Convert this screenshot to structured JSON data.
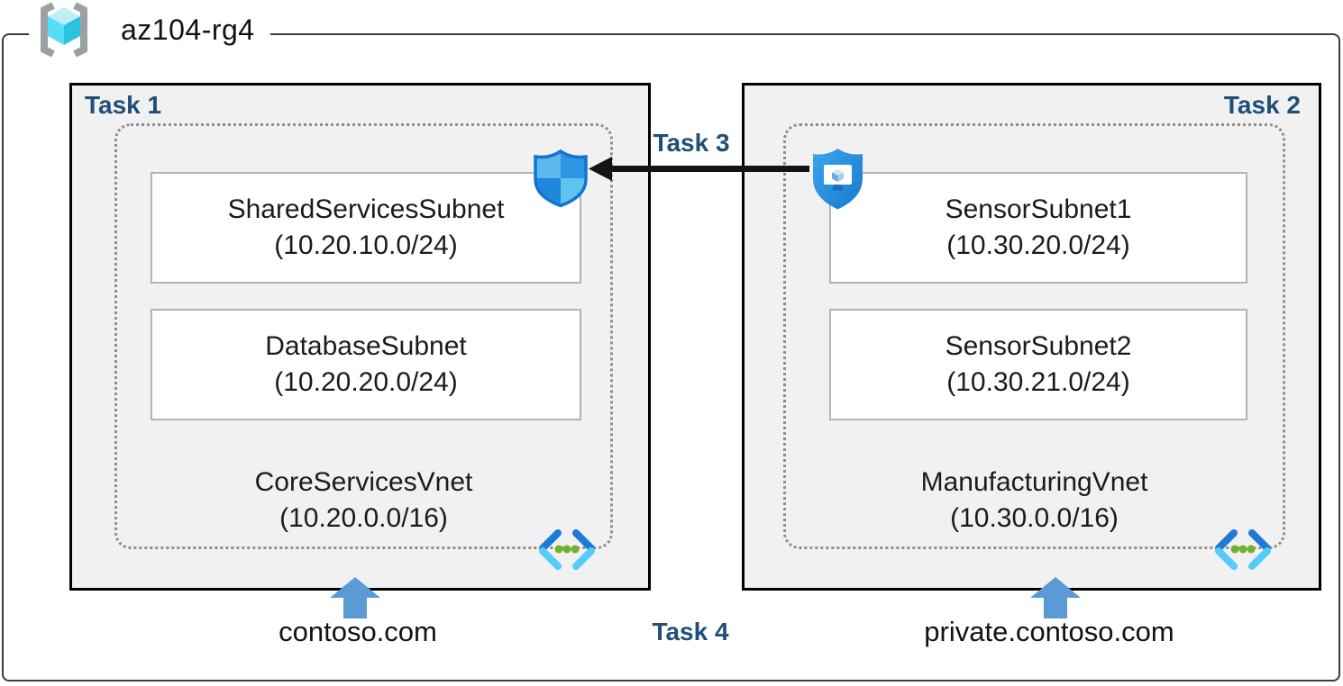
{
  "header": {
    "title": "az104-rg4",
    "icon": "resource-group-icon"
  },
  "annotations": {
    "task3_label": "Task 3",
    "task4_label": "Task 4"
  },
  "peering": {
    "icon_left": "nsg-shield-icon",
    "icon_right": "bastion-shield-icon",
    "arrow_direction": "right-to-left"
  },
  "vnets": [
    {
      "task_label": "Task 1",
      "name": "CoreServicesVnet",
      "cidr": "(10.20.0.0/16)",
      "subnets": [
        {
          "name": "SharedServicesSubnet",
          "cidr": "(10.20.10.0/24)"
        },
        {
          "name": "DatabaseSubnet",
          "cidr": "(10.20.20.0/24)"
        }
      ],
      "dns_label": "contoso.com",
      "corner_icon": "virtual-network-icon",
      "attached_icon": "nsg-shield-icon"
    },
    {
      "task_label": "Task 2",
      "name": "ManufacturingVnet",
      "cidr": "(10.30.0.0/16)",
      "subnets": [
        {
          "name": "SensorSubnet1",
          "cidr": "(10.30.20.0/24)"
        },
        {
          "name": "SensorSubnet2",
          "cidr": "(10.30.21.0/24)"
        }
      ],
      "dns_label": "private.contoso.com",
      "corner_icon": "virtual-network-icon",
      "attached_icon": "bastion-shield-icon"
    }
  ],
  "colors": {
    "task_label": "#1F4E79",
    "box_fill": "#F1F1F2",
    "box_border": "#000000",
    "boundary_dotted": "#8F8F8F",
    "subnet_border": "#B3B3B3",
    "dns_arrow_blue": "#5B9BD5",
    "peering_arrow": "#141414",
    "shield_outline": "#1173D2",
    "shield_light": "#5FC4F0",
    "shield_dark": "#1F88DC",
    "vnet_chevron_dark": "#1E7AD3",
    "vnet_chevron_light": "#55CCF8",
    "vnet_dots_green": "#6FB32C",
    "rg_bracket_gray": "#9DA0A3",
    "rg_cube_cyan": "#54DFF7"
  }
}
